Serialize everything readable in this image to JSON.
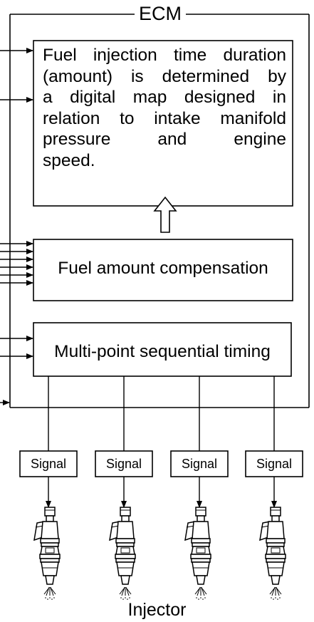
{
  "ecm": {
    "label": "ECM"
  },
  "blocks": {
    "map_lines": [
      "Fuel injection time duration",
      "(amount) is determined by",
      "a digital map designed in",
      "relation to intake manifold",
      "pressure and engine",
      "speed."
    ],
    "compensation": "Fuel amount compensation",
    "timing": "Multi-point sequential timing"
  },
  "signals": [
    "Signal",
    "Signal",
    "Signal",
    "Signal"
  ],
  "injector": {
    "label": "Injector"
  }
}
